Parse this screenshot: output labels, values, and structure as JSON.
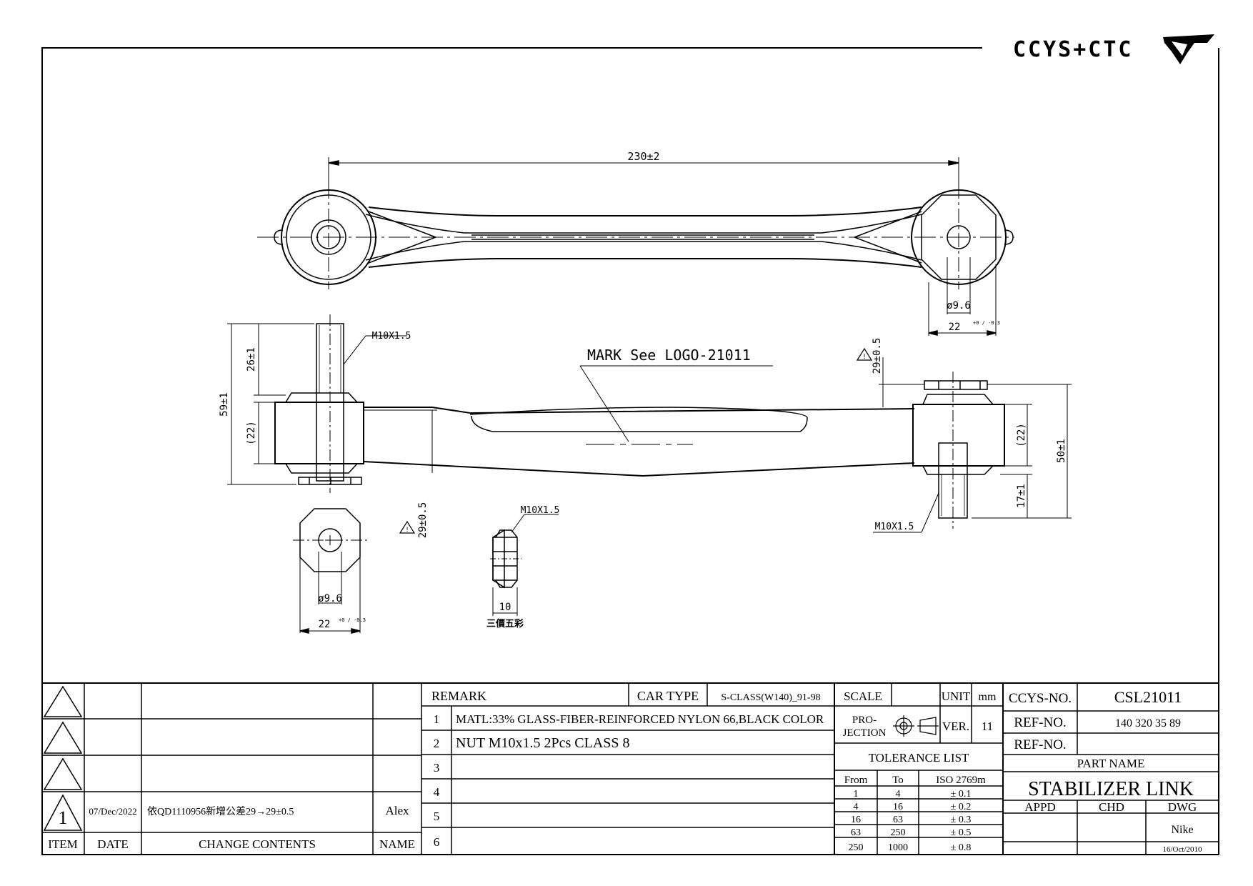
{
  "brand": {
    "text": "CCYS+CTC"
  },
  "drawing": {
    "dim_length": "230±2",
    "dim_dia_top": "ø9.6",
    "dim_width_top": "22",
    "dim_width_tol": "+0 / -0.3",
    "thread_top_left": "M10X1.5",
    "dim_overall_height": "59±1",
    "dim_thread_len_left": "26±1",
    "dim_bush_left": "(22)",
    "mark_note": "MARK See LOGO-21011",
    "dim_offset_right": "29±0.5",
    "dim_offset_left": "29±0.5",
    "dim_bush_right": "(22)",
    "dim_height_right": "50±1",
    "dim_thread_len_right": "17±1",
    "thread_bottom_right": "M10X1.5",
    "thread_nut": "M10X1.5",
    "dim_nut_width": "10",
    "nut_note": "三價五彩",
    "dim_dia_bottom": "ø9.6",
    "dim_width_bottom": "22",
    "dim_width_bottom_tol": "+0 / -0.3"
  },
  "revisions": {
    "rows": [
      {
        "item": "",
        "date": "",
        "change": "",
        "name": ""
      },
      {
        "item": "",
        "date": "",
        "change": "",
        "name": ""
      },
      {
        "item": "",
        "date": "",
        "change": "",
        "name": ""
      },
      {
        "item": "1",
        "date": "07/Dec/2022",
        "change": "依QD1110956新增公差29→29±0.5",
        "name": "Alex"
      }
    ],
    "headers": {
      "item": "ITEM",
      "date": "DATE",
      "change": "CHANGE CONTENTS",
      "name": "NAME"
    }
  },
  "remarks": {
    "title": "REMARK",
    "car_type_label": "CAR TYPE",
    "car_type_value": "S-CLASS(W140)_91-98",
    "items": [
      {
        "no": "1",
        "text": "MATL:33% GLASS-FIBER-REINFORCED NYLON 66,BLACK COLOR"
      },
      {
        "no": "2",
        "text": "NUT M10x1.5 2Pcs CLASS 8"
      },
      {
        "no": "3",
        "text": ""
      },
      {
        "no": "4",
        "text": ""
      },
      {
        "no": "5",
        "text": ""
      },
      {
        "no": "6",
        "text": ""
      }
    ]
  },
  "title_block": {
    "scale_label": "SCALE",
    "unit_label": "UNIT",
    "unit_value": "mm",
    "projection_label_1": "PRO-",
    "projection_label_2": "JECTION",
    "ver_label": "VER.",
    "ver_value": "11",
    "tolerance_title": "TOLERANCE LIST",
    "tolerance_headers": {
      "from": "From",
      "to": "To",
      "iso": "ISO 2769m"
    },
    "tolerance_rows": [
      {
        "from": "1",
        "to": "4",
        "tol": "± 0.1"
      },
      {
        "from": "4",
        "to": "16",
        "tol": "± 0.2"
      },
      {
        "from": "16",
        "to": "63",
        "tol": "± 0.3"
      },
      {
        "from": "63",
        "to": "250",
        "tol": "± 0.5"
      },
      {
        "from": "250",
        "to": "1000",
        "tol": "± 0.8"
      }
    ],
    "ccys_no_label": "CCYS-NO.",
    "ccys_no_value": "CSL21011",
    "ref_no_label_1": "REF-NO.",
    "ref_no_value_1": "140 320 35 89",
    "ref_no_label_2": "REF-NO.",
    "ref_no_value_2": "",
    "part_name_label": "PART NAME",
    "part_name_value": "STABILIZER LINK",
    "appd_label": "APPD",
    "chd_label": "CHD",
    "dwg_label": "DWG",
    "dwg_name": "Nike",
    "dwg_date": "16/Oct/2010"
  }
}
